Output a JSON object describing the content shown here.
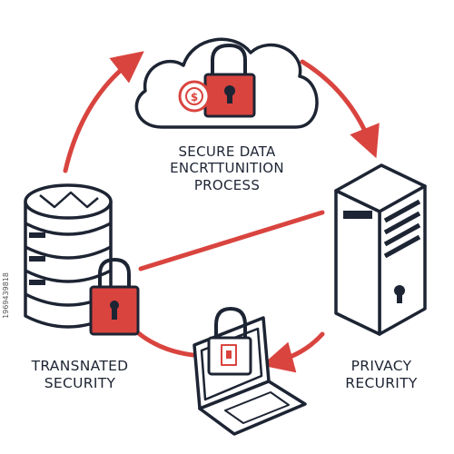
{
  "diagram": {
    "colors": {
      "outline": "#1d2433",
      "accent": "#d9443f",
      "background": "#ffffff"
    },
    "center_label": {
      "line1": "SECURE DATA",
      "line2": "ENCRTTUNITION",
      "line3": "PROCESS"
    },
    "left_label": {
      "line1": "TRANSNATED",
      "line2": "SECURITY"
    },
    "right_label": {
      "line1": "PRIVACY",
      "line2": "RECURITY"
    },
    "icons": [
      "cloud-icon",
      "padlock-icon",
      "dollar-coin-icon",
      "database-icon",
      "server-tower-icon",
      "laptop-icon"
    ],
    "watermark_id": "1969439818"
  }
}
